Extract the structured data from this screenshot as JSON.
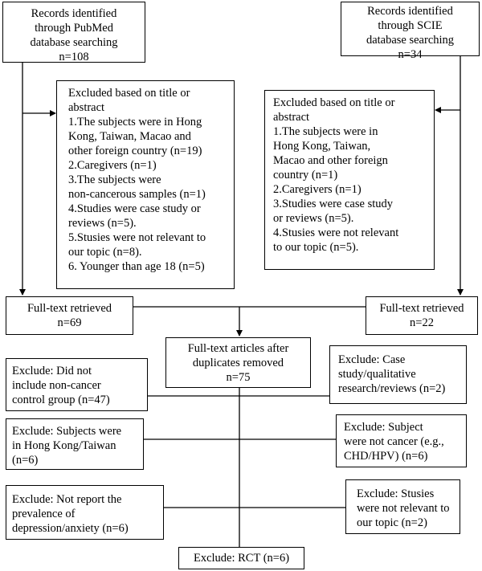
{
  "pubmed": {
    "lines": [
      "Records identified",
      "through PubMed",
      "database searching",
      "n=108"
    ]
  },
  "scie": {
    "lines": [
      "Records identified",
      "through SCIE",
      "database searching",
      "n=34"
    ]
  },
  "excluded_pubmed": {
    "lines": [
      "Excluded based on title or",
      "abstract",
      "1.The subjects were in Hong",
      "Kong, Taiwan, Macao and",
      "other foreign country (n=19)",
      "2.Caregivers (n=1)",
      "3.The subjects were",
      "non-cancerous samples (n=1)",
      "4.Studies were case study or",
      "reviews (n=5).",
      "5.Stusies were not relevant to",
      "our topic (n=8).",
      "6. Younger than age 18 (n=5)"
    ]
  },
  "excluded_scie": {
    "lines": [
      "Excluded based on title or",
      "abstract",
      "1.The subjects were in",
      "Hong Kong, Taiwan,",
      "Macao and other foreign",
      "country (n=1)",
      "2.Caregivers (n=1)",
      "3.Studies were case study",
      "or reviews (n=5).",
      "4.Stusies were not relevant",
      "to our topic (n=5)."
    ]
  },
  "fulltext_left": {
    "lines": [
      "Full-text retrieved",
      "n=69"
    ]
  },
  "fulltext_right": {
    "lines": [
      "Full-text retrieved",
      "n=22"
    ]
  },
  "after_duplicates": {
    "lines": [
      "Full-text articles after",
      "duplicates removed",
      "n=75"
    ]
  },
  "exclude_noncancer": {
    "lines": [
      "Exclude: Did not",
      "include non-cancer",
      "control group (n=47)"
    ]
  },
  "exclude_case": {
    "lines": [
      "Exclude: Case",
      "study/qualitative",
      "research/reviews (n=2)"
    ]
  },
  "exclude_hk": {
    "lines": [
      "Exclude: Subjects were",
      "in Hong Kong/Taiwan",
      "(n=6)"
    ]
  },
  "exclude_notcancer": {
    "lines": [
      "Exclude: Subject",
      "were not cancer (e.g.,",
      "CHD/HPV) (n=6)"
    ]
  },
  "exclude_prevalence": {
    "lines": [
      "Exclude: Not report the",
      "prevalence of",
      "depression/anxiety (n=6)"
    ]
  },
  "exclude_relevant": {
    "lines": [
      "Exclude: Stusies",
      "were not relevant to",
      "our topic (n=2)"
    ]
  },
  "exclude_rct": {
    "lines": [
      "Exclude: RCT (n=6)"
    ]
  }
}
